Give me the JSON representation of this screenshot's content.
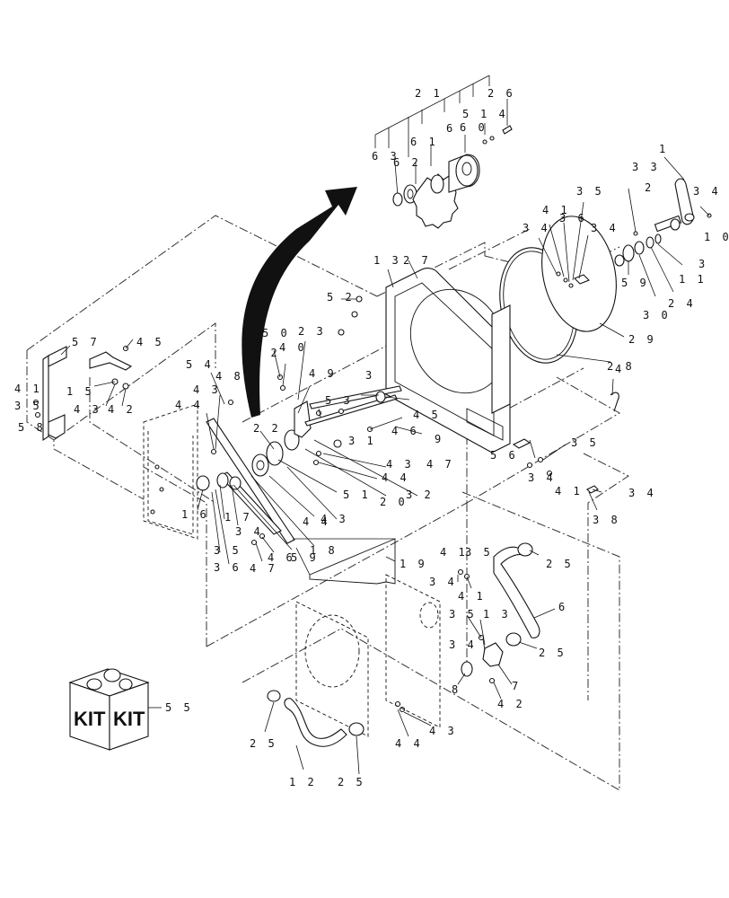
{
  "labels": [
    {
      "text": "2 1"
    },
    {
      "text": "2 6"
    },
    {
      "text": "6"
    },
    {
      "text": "5"
    },
    {
      "text": "1 4"
    },
    {
      "text": "6 0"
    },
    {
      "text": "6 1"
    },
    {
      "text": "6 3"
    },
    {
      "text": "6 2"
    },
    {
      "text": "1"
    },
    {
      "text": "3 3"
    },
    {
      "text": "3 5"
    },
    {
      "text": "2"
    },
    {
      "text": "3 4"
    },
    {
      "text": "1 0"
    },
    {
      "text": "4 1"
    },
    {
      "text": "3 6"
    },
    {
      "text": "3 4"
    },
    {
      "text": "3 4"
    },
    {
      "text": "3"
    },
    {
      "text": "1 1"
    },
    {
      "text": "5 9"
    },
    {
      "text": "3 0"
    },
    {
      "text": "2 4"
    },
    {
      "text": "2 9"
    },
    {
      "text": "2 8"
    },
    {
      "text": "1 3"
    },
    {
      "text": "2 7"
    },
    {
      "text": "5 2"
    },
    {
      "text": "5 7"
    },
    {
      "text": "4 5"
    },
    {
      "text": "1 5"
    },
    {
      "text": "4 3"
    },
    {
      "text": "4 2"
    },
    {
      "text": "4 1"
    },
    {
      "text": "3 5"
    },
    {
      "text": "5 8"
    },
    {
      "text": "5 0"
    },
    {
      "text": "3 2"
    },
    {
      "text": "4 0"
    },
    {
      "text": "2 3"
    },
    {
      "text": "5 4"
    },
    {
      "text": "4 8"
    },
    {
      "text": "4 3"
    },
    {
      "text": "4 9"
    },
    {
      "text": "3"
    },
    {
      "text": "4"
    },
    {
      "text": "5 3"
    },
    {
      "text": "4 4"
    },
    {
      "text": "2 2"
    },
    {
      "text": "4 5"
    },
    {
      "text": "3 1"
    },
    {
      "text": "4 6"
    },
    {
      "text": "9"
    },
    {
      "text": "4 7"
    },
    {
      "text": "4 3"
    },
    {
      "text": "4 4"
    },
    {
      "text": "5 6"
    },
    {
      "text": "3 5"
    },
    {
      "text": "3 4"
    },
    {
      "text": "4 1"
    },
    {
      "text": "3 4"
    },
    {
      "text": "3 8"
    },
    {
      "text": "5 1"
    },
    {
      "text": "2 0"
    },
    {
      "text": "3 2"
    },
    {
      "text": "1 6"
    },
    {
      "text": "1 7"
    },
    {
      "text": "3 4"
    },
    {
      "text": "4 4"
    },
    {
      "text": "4 3"
    },
    {
      "text": "3 5"
    },
    {
      "text": "3 6"
    },
    {
      "text": "4 7"
    },
    {
      "text": "4 6"
    },
    {
      "text": "5 9"
    },
    {
      "text": "1 8"
    },
    {
      "text": "1 9"
    },
    {
      "text": "4 1"
    },
    {
      "text": "3 5"
    },
    {
      "text": "3 4"
    },
    {
      "text": "2 5"
    },
    {
      "text": "4 1"
    },
    {
      "text": "6"
    },
    {
      "text": "3 5"
    },
    {
      "text": "1 3"
    },
    {
      "text": "3 4"
    },
    {
      "text": "2 5"
    },
    {
      "text": "8"
    },
    {
      "text": "7"
    },
    {
      "text": "4 2"
    },
    {
      "text": "5 5"
    },
    {
      "text": "2 5"
    },
    {
      "text": "4 4"
    },
    {
      "text": "4 3"
    },
    {
      "text": "1 2"
    },
    {
      "text": "2 5"
    }
  ],
  "kit": {
    "word_left": "KIT",
    "word_right": "KIT"
  },
  "colors": {
    "ink": "#111111",
    "paper": "#ffffff"
  }
}
